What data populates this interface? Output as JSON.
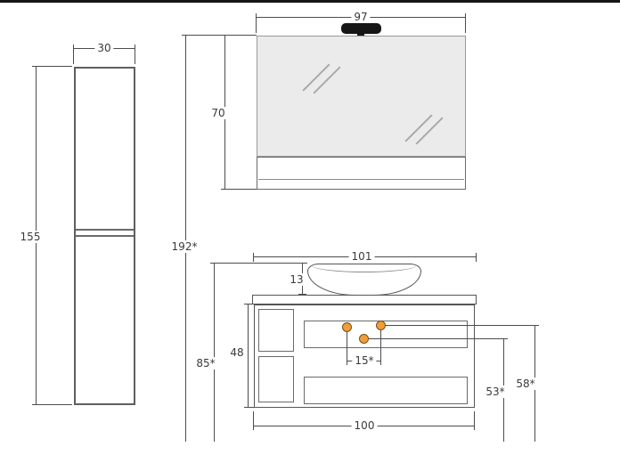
{
  "drawing": {
    "labels": {
      "mirror_width": "97",
      "tall_unit_width": "30",
      "mirror_height": "70",
      "tall_unit_height": "155",
      "total_height": "192*",
      "worktop_width": "101",
      "basin_height": "13",
      "floor_to_basin_top": "85*",
      "base_unit_height": "48",
      "outlet_spacing": "15*",
      "waste_outlet_height": "53*",
      "supply_outlet_height": "58*",
      "base_unit_width": "100"
    },
    "colors": {
      "dimension_line": "#4c4c4c",
      "furniture_outline": "#5f5f5f",
      "mirror_glass_fill": "#ebebeb",
      "lamp_fill": "#161616",
      "connection_dot_fill": "#f09d3a",
      "connection_dot_border": "#7a4d15",
      "floor_line": "#151515"
    }
  }
}
